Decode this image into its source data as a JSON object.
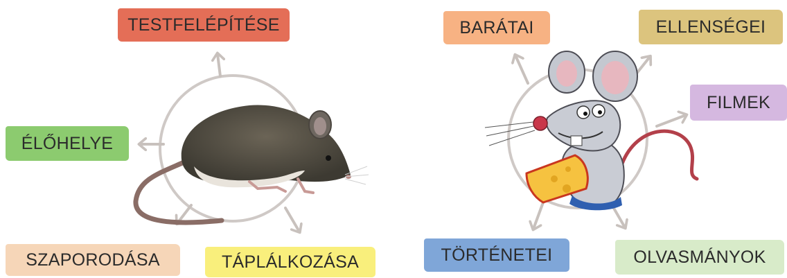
{
  "left_diagram": {
    "labels": {
      "top": "TESTFELÉPÍTÉSE",
      "left": "ÉLŐHELYE",
      "bottom_left": "SZAPORODÁSA",
      "bottom_right": "TÁPLÁLKOZÁSA"
    },
    "colors": {
      "top": "#e46e57",
      "left": "#8ccb6f",
      "bottom_left": "#f6d6b8",
      "bottom_right": "#f9ef7c"
    },
    "center_image": "mouse-photo"
  },
  "right_diagram": {
    "labels": {
      "top_left": "BARÁTAI",
      "top_right": "ELLENSÉGEI",
      "right": "FILMEK",
      "bottom_left": "TÖRTÉNETEI",
      "bottom_right": "OLVASMÁNYOK"
    },
    "colors": {
      "top_left": "#f7b283",
      "top_right": "#dcc47e",
      "right": "#d5b8e0",
      "bottom_left": "#7fa6d8",
      "bottom_right": "#d8ebc9"
    },
    "center_image": "cartoon-mouse"
  },
  "arrow_color": "#c8c1bd"
}
